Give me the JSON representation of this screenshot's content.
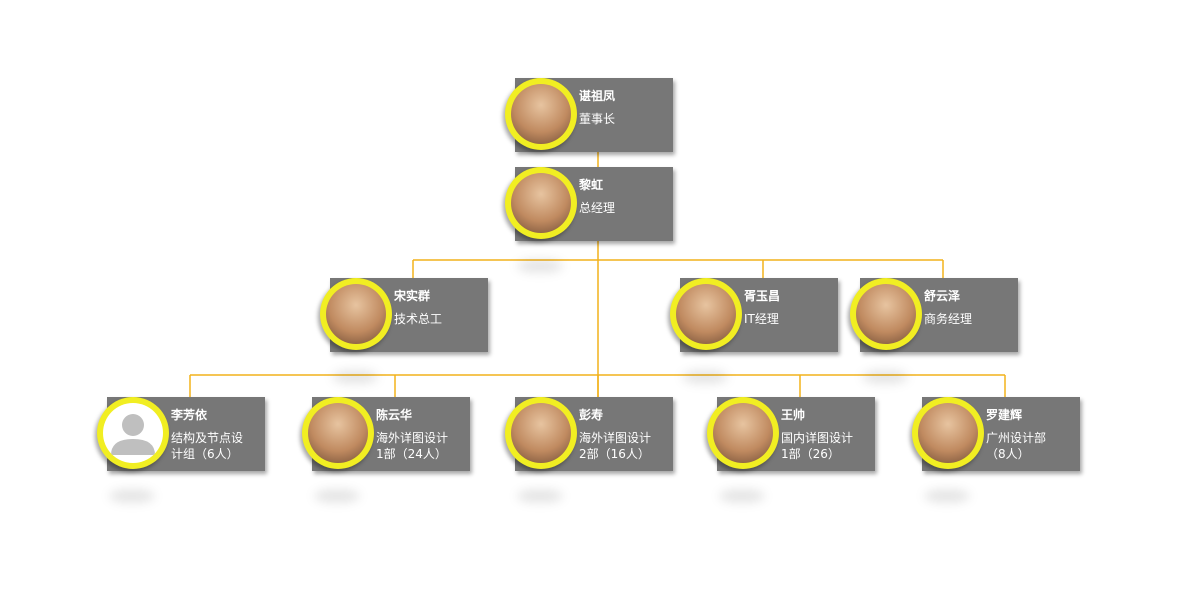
{
  "colors": {
    "card": "#777777",
    "ring": "#f1ee22",
    "connector": "#f2b21b",
    "text": "#ffffff"
  },
  "org": {
    "nodes": [
      {
        "id": "chairman",
        "name": "谌祖凤",
        "title": "董事长",
        "avatar": "photo-female"
      },
      {
        "id": "gm",
        "name": "黎虹",
        "title": "总经理",
        "avatar": "photo-female"
      },
      {
        "id": "tech",
        "name": "宋实群",
        "title": "技术总工",
        "avatar": "photo-male"
      },
      {
        "id": "it",
        "name": "胥玉昌",
        "title": "IT经理",
        "avatar": "photo-male"
      },
      {
        "id": "biz",
        "name": "舒云泽",
        "title": "商务经理",
        "avatar": "photo-male"
      },
      {
        "id": "struct",
        "name": "李芳依",
        "title": "结构及节点设\n计组（6人）",
        "avatar": "placeholder-person-icon"
      },
      {
        "id": "overseas1",
        "name": "陈云华",
        "title": "海外详图设计\n1部（24人）",
        "avatar": "photo-male"
      },
      {
        "id": "overseas2",
        "name": "彭寿",
        "title": "海外详图设计\n2部（16人）",
        "avatar": "photo-male"
      },
      {
        "id": "domestic1",
        "name": "王帅",
        "title": "国内详图设计\n1部（26）",
        "avatar": "photo-male"
      },
      {
        "id": "guangzhou",
        "name": "罗建辉",
        "title": "广州设计部\n（8人）",
        "avatar": "photo-male"
      }
    ],
    "edges": [
      [
        "chairman",
        "gm"
      ],
      [
        "gm",
        "tech"
      ],
      [
        "gm",
        "it"
      ],
      [
        "gm",
        "biz"
      ],
      [
        "gm",
        "struct"
      ],
      [
        "gm",
        "overseas1"
      ],
      [
        "gm",
        "overseas2"
      ],
      [
        "gm",
        "domestic1"
      ],
      [
        "gm",
        "guangzhou"
      ]
    ]
  }
}
